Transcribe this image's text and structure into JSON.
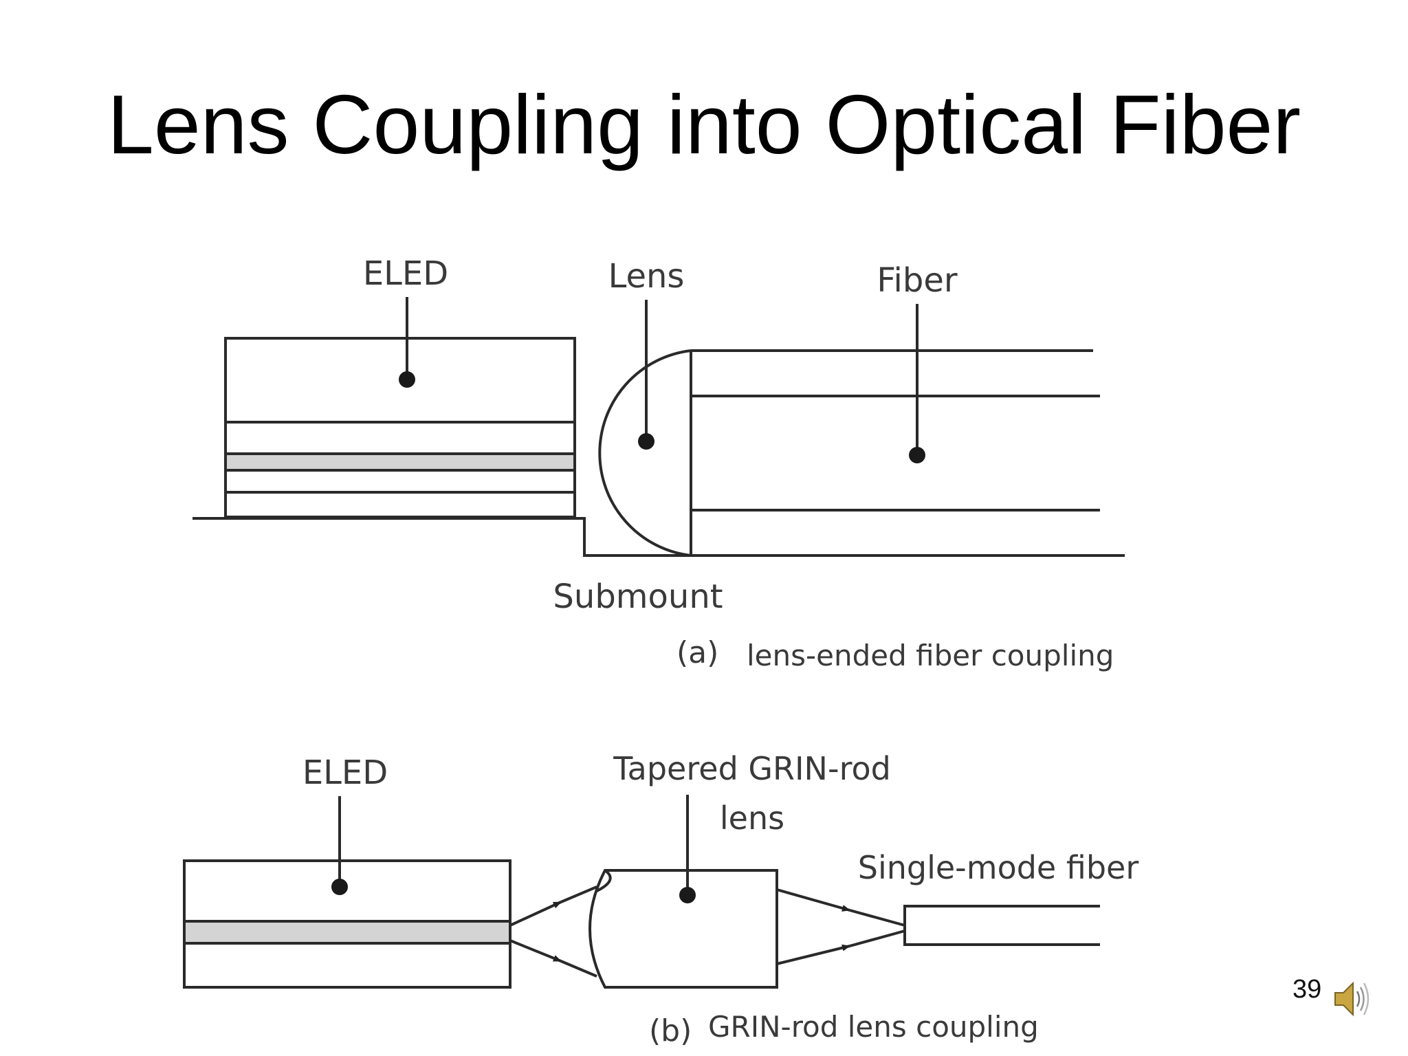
{
  "slide": {
    "title": "Lens Coupling into Optical Fiber",
    "page_number": "39"
  },
  "diagram_a": {
    "labels": {
      "eled": "ELED",
      "lens": "Lens",
      "fiber": "Fiber",
      "submount": "Submount"
    },
    "caption_tag": "(a)",
    "caption": "lens-ended fiber coupling"
  },
  "diagram_b": {
    "labels": {
      "eled": "ELED",
      "lens_line1": "Tapered GRIN-rod",
      "lens_line2": "lens",
      "fiber": "Single-mode fiber"
    },
    "caption_tag": "(b)",
    "caption": "GRIN-rod lens coupling"
  },
  "icons": {
    "audio": "speaker-icon"
  }
}
